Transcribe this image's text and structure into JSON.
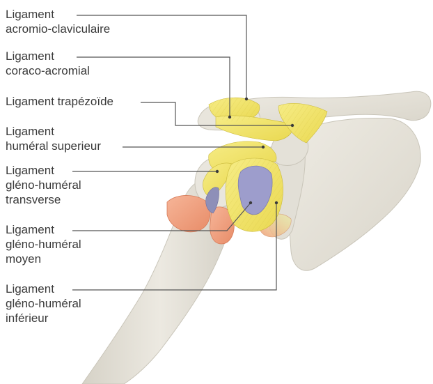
{
  "labels": [
    {
      "id": "acromio-claviculaire",
      "lines": [
        "Ligament",
        "acromio-claviculaire"
      ]
    },
    {
      "id": "coraco-acromial",
      "lines": [
        "Ligament",
        "coraco-acromial"
      ]
    },
    {
      "id": "trapezoide",
      "lines": [
        "Ligament trapézoïde"
      ]
    },
    {
      "id": "humeral-superieur",
      "lines": [
        "Ligament",
        "huméral superieur"
      ]
    },
    {
      "id": "gleno-humeral-transverse",
      "lines": [
        "Ligament",
        "gléno-huméral",
        "transverse"
      ]
    },
    {
      "id": "gleno-humeral-moyen",
      "lines": [
        "Ligament",
        "gléno-huméral",
        "moyen"
      ]
    },
    {
      "id": "gleno-humeral-inferieur",
      "lines": [
        "Ligament",
        "gléno-huméral",
        "inférieur"
      ]
    }
  ],
  "colors": {
    "bone": "#e6e3da",
    "bone_shadow": "#cfcbbf",
    "ligament": "#f2e46a",
    "ligament_stroke": "#c9b93a",
    "cartilage": "#9a9ac8",
    "muscle": "#f1a585",
    "leader": "#555555",
    "text": "#3a3a3a"
  }
}
